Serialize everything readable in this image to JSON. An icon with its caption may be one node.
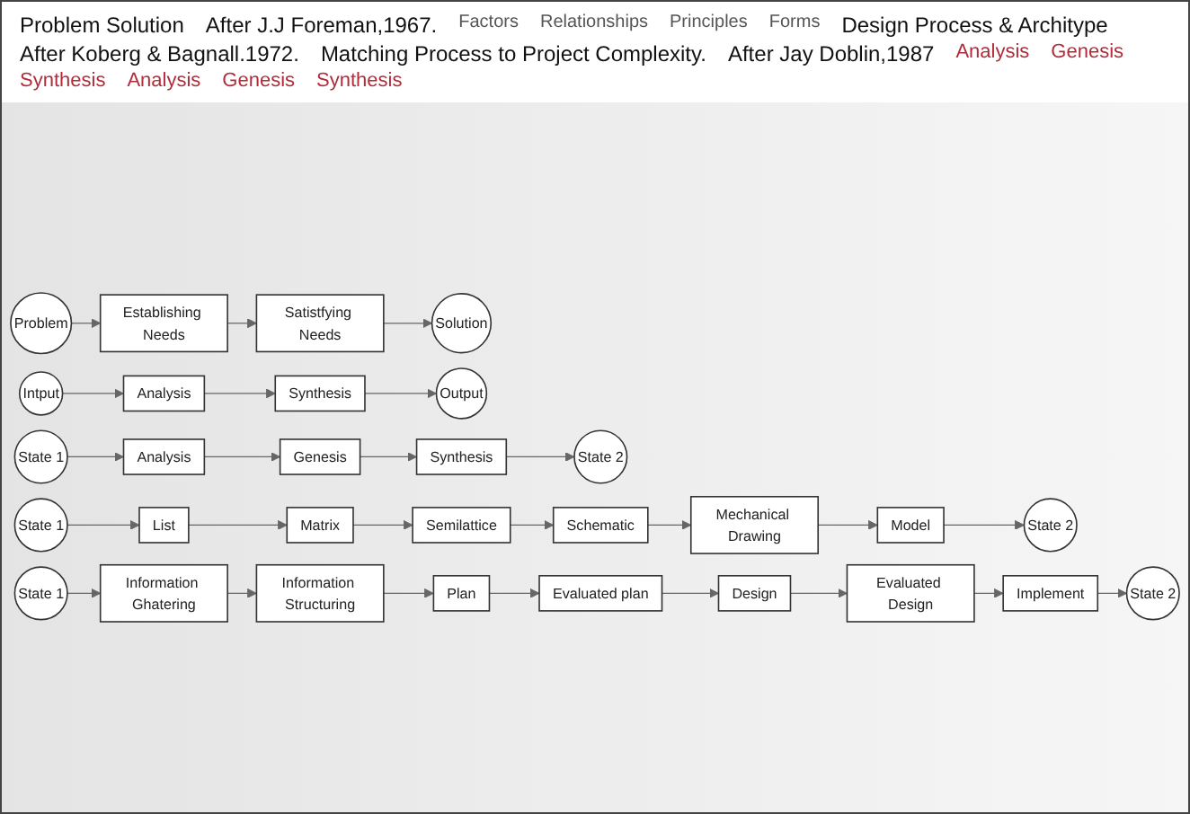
{
  "diagram": {
    "nodes": [
      {
        "text": [
          "Problem"
        ]
      },
      {
        "text": [
          "Establishing Needs"
        ]
      },
      {
        "text": [
          "Satistfying Needs"
        ]
      },
      {
        "text": [
          "Solution"
        ]
      },
      {
        "text": [
          "Intput"
        ]
      },
      {
        "text": [
          "Analysis"
        ]
      },
      {
        "text": [
          "Synthesis"
        ]
      },
      {
        "text": [
          "Output"
        ]
      },
      {
        "text": [
          "State 1"
        ]
      },
      {
        "text": [
          "Analysis"
        ]
      },
      {
        "text": [
          "Genesis"
        ]
      },
      {
        "text": [
          "Synthesis"
        ]
      },
      {
        "text": [
          "State 2"
        ]
      },
      {
        "text": [
          "State 1"
        ]
      },
      {
        "text": [
          "List"
        ]
      },
      {
        "text": [
          "Matrix"
        ]
      },
      {
        "text": [
          "Semilattice"
        ]
      },
      {
        "text": [
          "Schematic"
        ]
      },
      {
        "text": [
          "Mechanical Drawing"
        ]
      },
      {
        "text": [
          "Model"
        ]
      },
      {
        "text": [
          "State 2"
        ]
      },
      {
        "text": [
          "State 1"
        ]
      },
      {
        "text": [
          "Information Ghatering"
        ]
      },
      {
        "text": [
          "Information Structuring"
        ]
      },
      {
        "text": [
          "Plan"
        ]
      },
      {
        "text": [
          "Evaluated plan"
        ]
      },
      {
        "text": [
          "Design"
        ]
      },
      {
        "text": [
          "Evaluated Design"
        ]
      },
      {
        "text": [
          "Implement"
        ]
      },
      {
        "text": [
          "State 2"
        ]
      }
    ],
    "edges": [
      {
        "from": 0,
        "to": 1,
        "arrow": "to"
      },
      {
        "from": 1,
        "to": 2,
        "arrow": "to"
      },
      {
        "from": 2,
        "to": 3,
        "arrow": "to"
      },
      {
        "from": 4,
        "to": 5,
        "arrow": "to"
      },
      {
        "from": 5,
        "to": 6,
        "arrow": "to"
      },
      {
        "from": 6,
        "to": 7,
        "arrow": "to"
      },
      {
        "from": 8,
        "to": 9,
        "arrow": "to"
      },
      {
        "from": 9,
        "to": 10,
        "arrow": "to"
      },
      {
        "from": 10,
        "to": 11,
        "arrow": "to"
      },
      {
        "from": 11,
        "to": 12,
        "arrow": "to"
      },
      {
        "from": 13,
        "to": 14,
        "arrow": "to"
      },
      {
        "from": 14,
        "to": 15,
        "arrow": "to"
      },
      {
        "from": 15,
        "to": 16,
        "arrow": "to"
      },
      {
        "from": 16,
        "to": 17,
        "arrow": "to"
      },
      {
        "from": 17,
        "to": 18,
        "arrow": "to"
      },
      {
        "from": 18,
        "to": 19,
        "arrow": "to"
      },
      {
        "from": 19,
        "to": 20,
        "arrow": "to"
      },
      {
        "from": 21,
        "to": 22,
        "arrow": "to"
      },
      {
        "from": 22,
        "to": 23,
        "arrow": "to"
      },
      {
        "from": 23,
        "to": 24,
        "arrow": "to"
      },
      {
        "from": 24,
        "to": 25,
        "arrow": "to"
      },
      {
        "from": 25,
        "to": 26,
        "arrow": "to"
      },
      {
        "from": 26,
        "to": 27,
        "arrow": "to"
      },
      {
        "from": 27,
        "to": 28,
        "arrow": "to"
      },
      {
        "from": 28,
        "to": 29,
        "arrow": "to"
      }
    ],
    "labels": [
      "Problem Solution",
      "After J.J Foreman,1967.",
      "Factors",
      "Relationships",
      "Principles",
      "Forms",
      "Design Process & Architype",
      "After Koberg & Bagnall.1972.",
      "Matching Process to Project Complexity.",
      "After Jay Doblin,1987",
      "Analysis",
      "Genesis",
      "Synthesis",
      "Analysis",
      "Genesis",
      "Synthesis"
    ]
  }
}
